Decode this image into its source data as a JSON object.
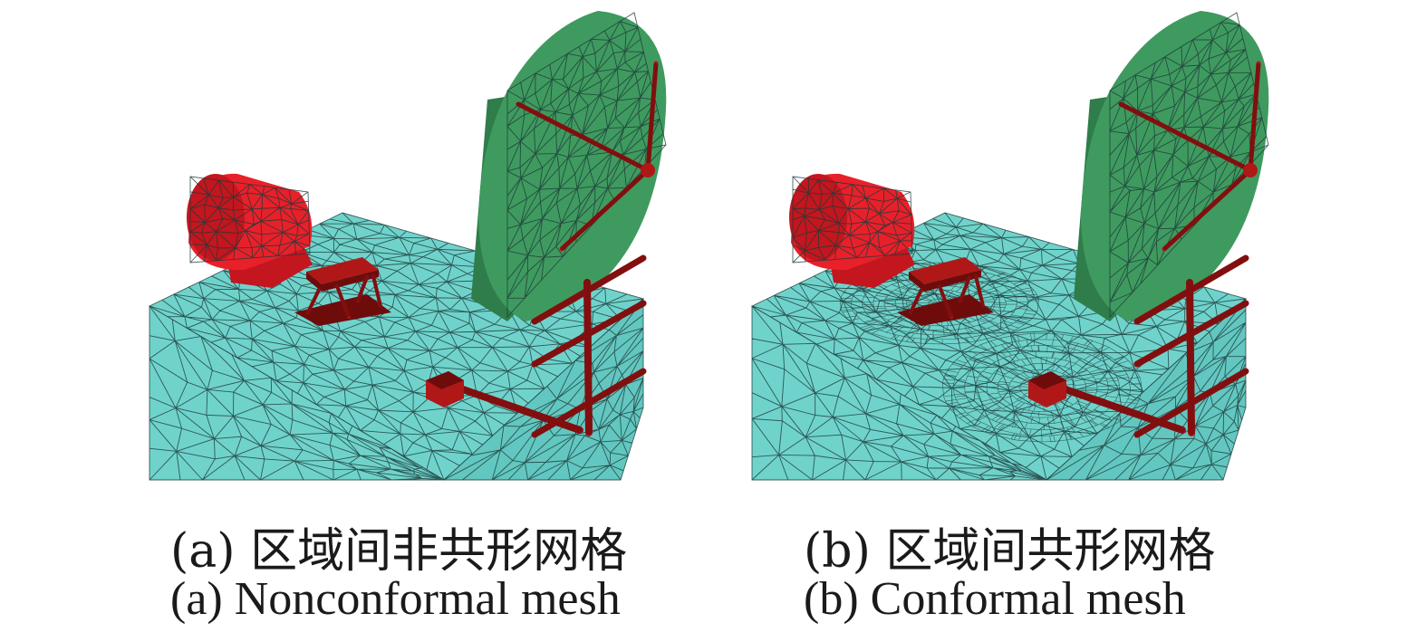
{
  "figure": {
    "panels": [
      {
        "id": "a",
        "caption_zh": "(a) 区域间非共形网格",
        "caption_en": "(a) Nonconformal mesh",
        "mesh_type": "nonconformal"
      },
      {
        "id": "b",
        "caption_zh": "(b) 区域间共形网格",
        "caption_en": "(b) Conformal mesh",
        "mesh_type": "conformal"
      }
    ],
    "colors": {
      "platform": "#6fd3cc",
      "platform_side": "#62c7c0",
      "mesh_line": "#1d3a38",
      "dish": "#3f9a5f",
      "dish_dark": "#2f7d4a",
      "motor": "#e8202a",
      "motor_dark": "#c3161e",
      "structure": "#b01818",
      "structure_dark": "#6e0c0c"
    }
  }
}
